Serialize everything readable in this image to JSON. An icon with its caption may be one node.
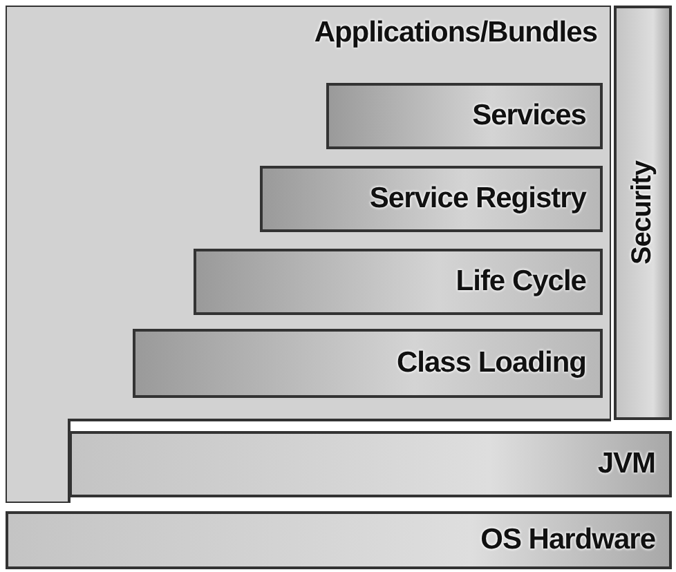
{
  "diagram": {
    "nodes": [
      {
        "text": [
          "Applications/Bundles"
        ]
      },
      {
        "text": [
          "Services"
        ],
        "in": 0
      },
      {
        "text": [
          "Service Registry"
        ],
        "in": 0
      },
      {
        "text": [
          "Life Cycle"
        ],
        "in": 0
      },
      {
        "text": [
          "Class Loading"
        ],
        "in": 0
      },
      {
        "text": [
          "Security"
        ]
      },
      {
        "text": [
          "JVM"
        ]
      },
      {
        "text": [
          "OS Hardware"
        ]
      }
    ],
    "edges": []
  }
}
